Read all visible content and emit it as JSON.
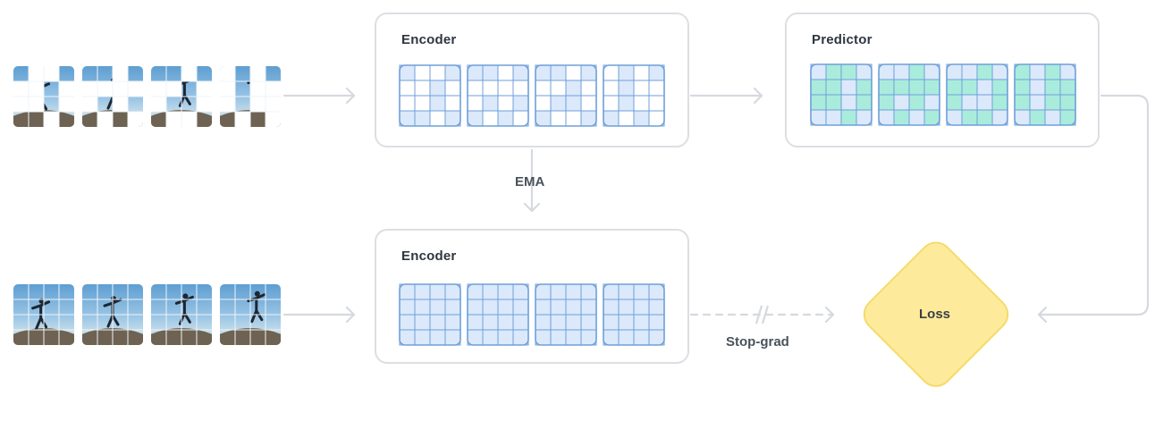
{
  "encoder_top": {
    "title": "Encoder"
  },
  "encoder_bottom": {
    "title": "Encoder"
  },
  "predictor": {
    "title": "Predictor"
  },
  "ema_label": "EMA",
  "stopgrad_label": "Stop-grad",
  "loss": {
    "label": "Loss"
  },
  "colors": {
    "token_fill": "#dbe9fb",
    "token_stroke": "#6f9fd8",
    "masked_fill": "#ffffff",
    "predicted_fill": "#a9ecdc",
    "loss_fill": "#fdeb9b",
    "loss_stroke": "#f6da6a",
    "arrow": "#d6d9de",
    "box_border": "#dcdfe3"
  },
  "frames": {
    "count": 4,
    "grid": 4,
    "masked_cells": [
      [
        [
          0,
          1
        ],
        [
          0,
          2
        ],
        [
          1,
          0
        ],
        [
          1,
          1
        ],
        [
          1,
          3
        ],
        [
          2,
          0
        ],
        [
          2,
          1
        ],
        [
          2,
          3
        ],
        [
          3,
          2
        ]
      ],
      [
        [
          0,
          2
        ],
        [
          1,
          0
        ],
        [
          1,
          1
        ],
        [
          1,
          2
        ],
        [
          1,
          3
        ],
        [
          2,
          0
        ],
        [
          2,
          2
        ],
        [
          3,
          1
        ],
        [
          3,
          3
        ]
      ],
      [
        [
          0,
          2
        ],
        [
          1,
          0
        ],
        [
          1,
          1
        ],
        [
          1,
          3
        ],
        [
          2,
          0
        ],
        [
          2,
          3
        ],
        [
          3,
          1
        ],
        [
          3,
          2
        ]
      ],
      [
        [
          0,
          0
        ],
        [
          0,
          2
        ],
        [
          1,
          0
        ],
        [
          1,
          2
        ],
        [
          1,
          3
        ],
        [
          2,
          0
        ],
        [
          2,
          2
        ],
        [
          2,
          3
        ],
        [
          3,
          1
        ],
        [
          3,
          3
        ]
      ]
    ]
  }
}
